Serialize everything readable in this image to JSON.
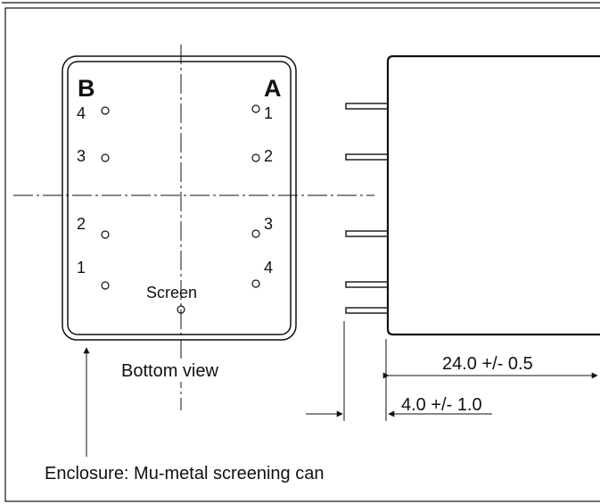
{
  "bottom_view": {
    "side_b_label": "B",
    "side_a_label": "A",
    "pins_left": [
      "4",
      "3",
      "2",
      "1"
    ],
    "pins_right": [
      "1",
      "2",
      "3",
      "4"
    ],
    "screen_label": "Screen",
    "caption": "Bottom view"
  },
  "side_view": {
    "dim_length": "24.0 +/- 0.5",
    "dim_pin_length": "4.0 +/- 1.0"
  },
  "enclosure_label": "Enclosure: Mu-metal screening can",
  "colors": {
    "ink": "#111111",
    "background": "#ffffff"
  }
}
